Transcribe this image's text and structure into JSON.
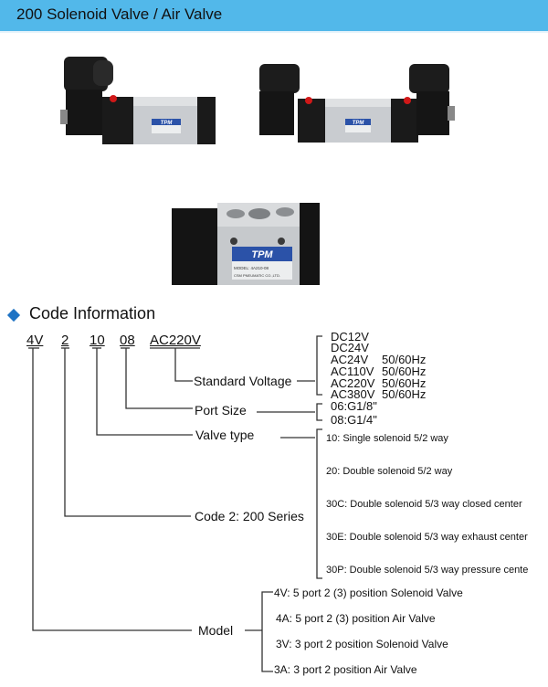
{
  "header": {
    "title": "200 Solenoid Valve / Air Valve"
  },
  "products": [
    {
      "name": "single-solenoid-valve",
      "brand": "TPM"
    },
    {
      "name": "double-solenoid-valve",
      "brand": "TPM"
    },
    {
      "name": "air-valve",
      "brand": "TPM",
      "model": "MODEL: 4A210-08",
      "maker": "CSM PNEUMATIC CO.,LTD."
    }
  ],
  "code_info": {
    "heading": "Code Information",
    "codes": [
      "4V",
      "2",
      "10",
      "08",
      "AC220V"
    ],
    "labels": {
      "voltage": "Standard Voltage",
      "port": "Port Size",
      "valve_type": "Valve type",
      "series": "Code 2: 200 Series",
      "model": "Model"
    },
    "voltages": [
      {
        "v": "DC12V",
        "hz": ""
      },
      {
        "v": "DC24V",
        "hz": ""
      },
      {
        "v": "AC24V",
        "hz": "50/60Hz"
      },
      {
        "v": "AC110V",
        "hz": "50/60Hz"
      },
      {
        "v": "AC220V",
        "hz": "50/60Hz"
      },
      {
        "v": "AC380V",
        "hz": "50/60Hz"
      }
    ],
    "ports": [
      "06:G1/8\"",
      "08:G1/4\""
    ],
    "valve_types": [
      "10: Single solenoid 5/2 way",
      "20: Double solenoid 5/2 way",
      "30C: Double solenoid 5/3 way closed center",
      "30E: Double solenoid 5/3 way exhaust center",
      "30P: Double solenoid 5/3 way pressure cente"
    ],
    "models": [
      "4V: 5 port 2 (3) position Solenoid Valve",
      "4A: 5 port 2 (3) position Air Valve",
      "3V: 3 port 2 position Solenoid Valve",
      "3A: 3 port 2 position Air Valve"
    ]
  }
}
